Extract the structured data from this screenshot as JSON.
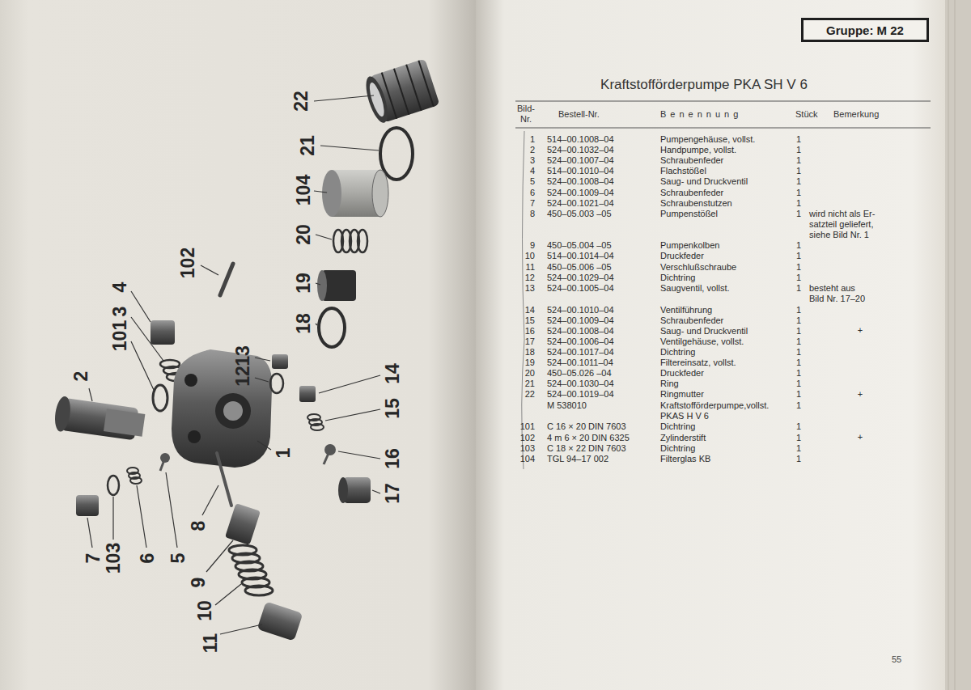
{
  "diagram": {
    "title": "Kraftstofförderpumpe PKA SH V 6",
    "nodes": [
      {
        "text": [
          "Gruppe: M 22"
        ]
      }
    ],
    "labels": [
      "22",
      "21",
      "104",
      "20",
      "19",
      "18",
      "102",
      "4",
      "3",
      "101",
      "2",
      "13",
      "12",
      "14",
      "15",
      "1",
      "16",
      "17",
      "8",
      "9",
      "10",
      "11",
      "5",
      "6",
      "103",
      "7",
      "Bild-",
      "Nr.",
      "Bestell-Nr.",
      "Benennung",
      "Stück",
      "Bemerkung",
      "1",
      "514–00.1008–04",
      "Pumpengehäuse, vollst.",
      "1",
      "2",
      "524–00.1032–04",
      "Handpumpe, vollst.",
      "1",
      "3",
      "524–00.1007–04",
      "Schraubenfeder",
      "1",
      "4",
      "514–00.1010–04",
      "Flachstößel",
      "1",
      "5",
      "524–00.1008–04",
      "Saug- und Druckventil",
      "1",
      "6",
      "524–00.1009–04",
      "Schraubenfeder",
      "1",
      "7",
      "524–00.1021–04",
      "Schraubenstutzen",
      "1",
      "8",
      "450–05.003 –05",
      "Pumpenstößel",
      "1",
      "9",
      "450–05.004 –05",
      "Pumpenkolben",
      "1",
      "10",
      "514–00.1014–04",
      "Druckfeder",
      "1",
      "11",
      "450–05.006 –05",
      "Verschlußschraube",
      "1",
      "12",
      "524–00.1029–04",
      "Dichtring",
      "1",
      "13",
      "524–00.1005–04",
      "Saugventil, vollst.",
      "1",
      "14",
      "524–00.1010–04",
      "Ventilführung",
      "1",
      "15",
      "524–00.1009–04",
      "Schraubenfeder",
      "1",
      "16",
      "524–00.1008–04",
      "Saug- und Druckventil",
      "1",
      "17",
      "524–00.1006–04",
      "Ventilgehäuse, vollst.",
      "1",
      "18",
      "524–00.1017–04",
      "Dichtring",
      "1",
      "19",
      "524–00.1011–04",
      "Filtereinsatz, vollst.",
      "1",
      "20",
      "450–05.026 –04",
      "Druckfeder",
      "1",
      "21",
      "524–00.1030–04",
      "Ring",
      "1",
      "22",
      "524–00.1019–04",
      "Ringmutter",
      "1",
      "M 538010",
      "Kraftstofförderpumpe,vollst.",
      "PKAS H V 6",
      "1",
      "101",
      "C 16 × 20 DIN 7603",
      "Dichtring",
      "1",
      "102",
      "4 m 6 × 20 DIN 6325",
      "Zylinderstift",
      "1",
      "103",
      "C 18 × 22 DIN 7603",
      "Dichtring",
      "1",
      "104",
      "TGL 94–17 002",
      "Filterglas KB",
      "1",
      "wird nicht als Er-",
      "satzteil geliefert,",
      "siehe Bild Nr. 1",
      "besteht aus",
      "Bild Nr. 17–20",
      "+",
      "+",
      "+",
      "55"
    ]
  }
}
